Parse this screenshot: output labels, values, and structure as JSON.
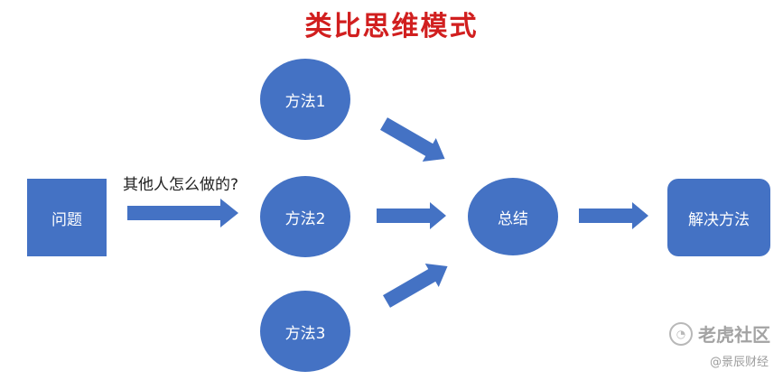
{
  "title": "类比思维模式",
  "colors": {
    "node_fill": "#4472c4",
    "arrow": "#4472c4",
    "title": "#d11f1f"
  },
  "nodes": {
    "problem": "问题",
    "method1": "方法1",
    "method2": "方法2",
    "method3": "方法3",
    "summary": "总结",
    "solution": "解决方法"
  },
  "edge_label": "其他人怎么做的?",
  "watermark": {
    "logo_text": "老虎社区",
    "sub_text": "@景辰财经",
    "icon": "tiger-logo-icon"
  }
}
